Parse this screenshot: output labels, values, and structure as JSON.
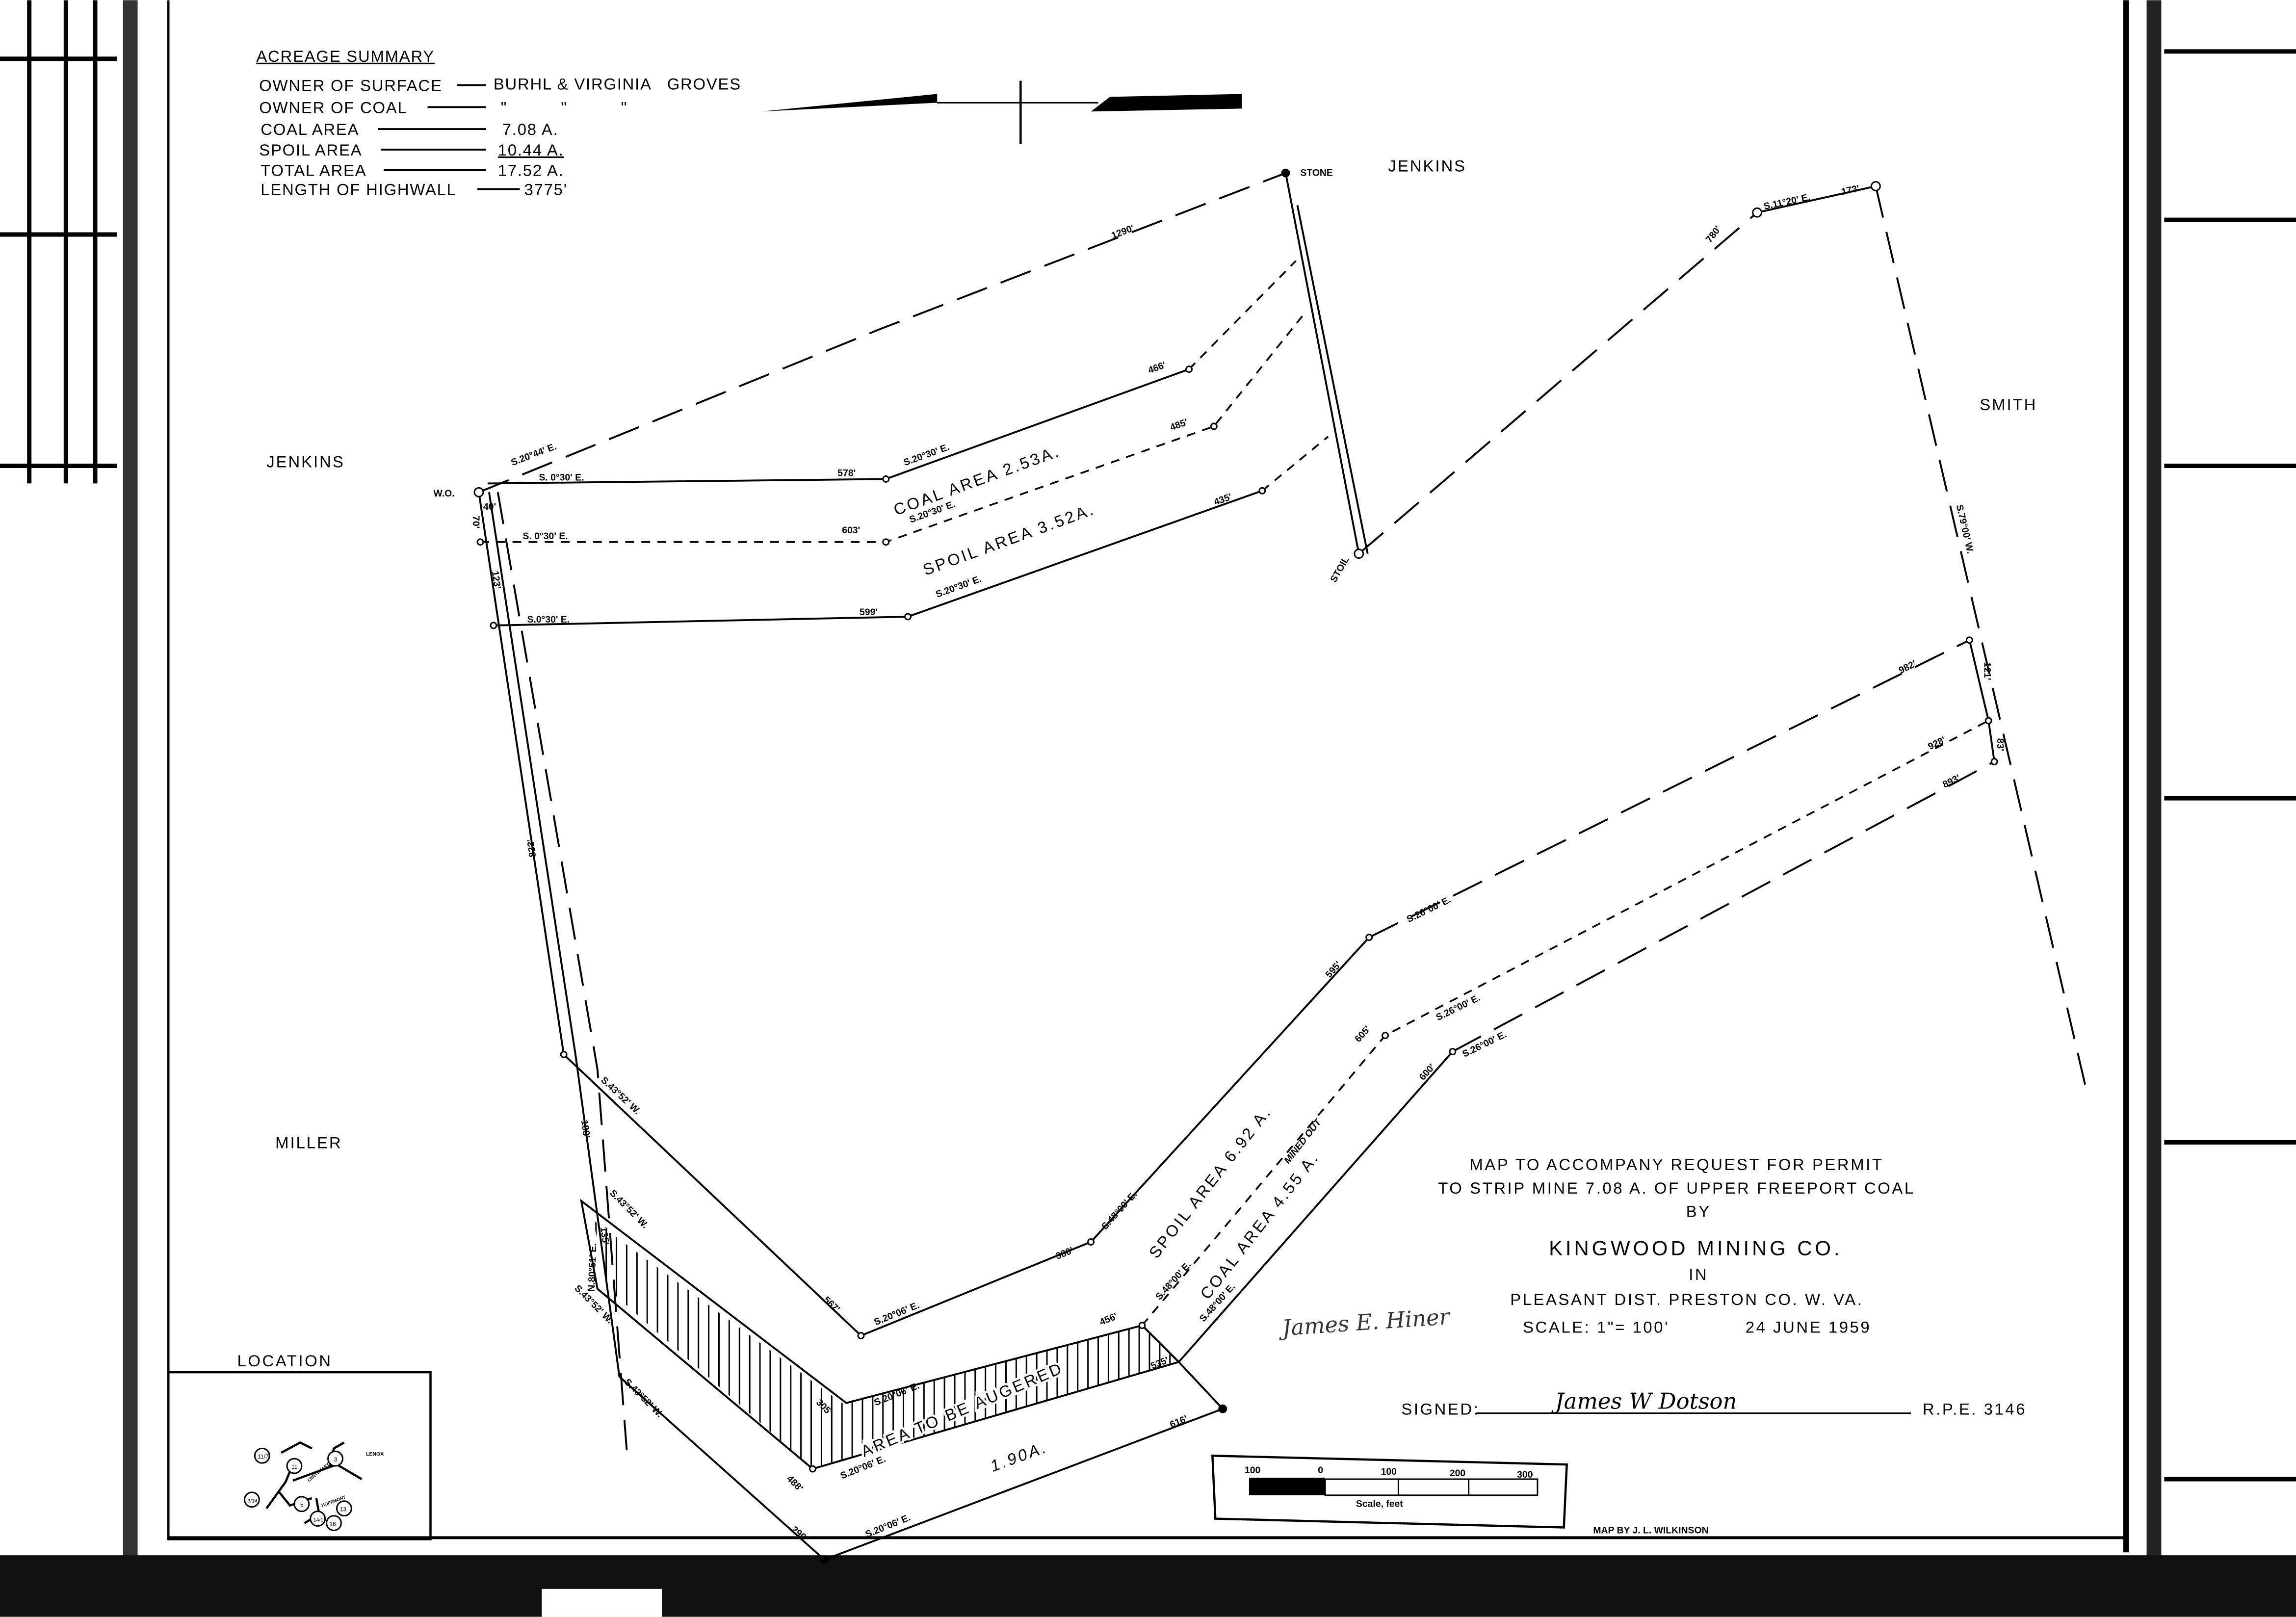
{
  "acreage_summary": {
    "heading": "ACREAGE SUMMARY",
    "rows": [
      {
        "label": "OWNER OF SURFACE",
        "value": "BURHL & VIRGINIA   GROVES"
      },
      {
        "label": "OWNER OF COAL",
        "value": "\"          \"          \""
      },
      {
        "label": "COAL AREA",
        "value": "7.08 A."
      },
      {
        "label": "SPOIL AREA",
        "value": "10.44 A."
      },
      {
        "label": "TOTAL AREA",
        "value": "17.52 A."
      },
      {
        "label": "LENGTH OF HIGHWALL",
        "value": "3775'"
      }
    ]
  },
  "owners": {
    "jenkins_top": "JENKINS",
    "jenkins_left": "JENKINS",
    "smith": "SMITH",
    "miller": "MILLER"
  },
  "areas": {
    "coal_north": "COAL AREA  2.53A.",
    "spoil_north": "SPOIL AREA  3.52A.",
    "spoil_south": "SPOIL AREA  6.92 A.",
    "coal_south": "COAL AREA  4.55 A.",
    "mined_out": "MINED OUT",
    "augered": "AREA TO BE AUGERED",
    "augered_acres": "1.90A."
  },
  "line_labels": {
    "wo": "W.O.",
    "n1": "S.20°44' E.",
    "n1_len": "1290'",
    "n2": "S. 0°30' E.",
    "n2_len": "578'",
    "n3": "S.20°30' E.",
    "n3_len": "466'",
    "n4": "S. 0°30' E.",
    "n4_len": "603'",
    "n5": "S.20°30' E.",
    "n5_len": "485'",
    "n6": "S.0°30' E.",
    "n6_len": "599'",
    "n7": "S.20°30' E.",
    "n7_len": "435'",
    "v40": "40'",
    "v70": "70'",
    "v123": "123'",
    "v833": "833'",
    "stone": "STONE",
    "stoil": "STOIL",
    "e1": "780'",
    "e2": "S.11°20' E.",
    "e3": "173'",
    "e4": "S.79°00' W.",
    "s1": "S.43°52' W.",
    "s2": "567'",
    "s3": "S.20°06' E.",
    "s4": "380'",
    "s5": "S.48°00' E.",
    "s6": "595'",
    "s7": "S.26°00' E.",
    "s8": "982'",
    "s9": "121'",
    "c1": "S.48°00' E.",
    "c2": "605'",
    "c3": "S.26°00' E.",
    "c4": "928'",
    "c5": "83'",
    "m1": "S.48°00' E.",
    "m2": "600'",
    "m3": "S.26°00' E.",
    "m4": "893'",
    "a1": "S.43°52' W.",
    "a2": "S.43°52' W.",
    "a3": "N.80°51' E.",
    "a4": "188'",
    "a5": "135'",
    "a6": "S.20°06' E.",
    "a7": "305'",
    "a8": "S.20°06' E.",
    "a9": "488'",
    "a10": "456'",
    "a11": "535'",
    "b1": "S.43°52' W.",
    "b2": "290'",
    "b3": "S.20°06' E.",
    "b4": "616'"
  },
  "title_block": {
    "line1": "MAP TO ACCOMPANY REQUEST FOR PERMIT",
    "line2": "TO STRIP MINE 7.08 A. OF UPPER FREEPORT COAL",
    "by": "BY",
    "company": "KINGWOOD MINING CO.",
    "in": "IN",
    "location": "PLEASANT DIST. PRESTON CO. W. VA.",
    "scale": "SCALE: 1\"= 100'",
    "date": "24 JUNE 1959",
    "signed_label": "SIGNED:",
    "signature": "James W Dotson",
    "rpe": "R.P.E. 3146",
    "witness_signature": "James E. Hiner",
    "map_by": "MAP BY J. L. WILKINSON"
  },
  "scale_bar": {
    "ticks": [
      "100",
      "0",
      "100",
      "200",
      "300"
    ],
    "caption": "Scale, feet"
  },
  "location_map": {
    "heading": "LOCATION",
    "routes": [
      "11/7",
      "11",
      "3",
      "3/14",
      "5",
      "14/1",
      "16",
      "13"
    ],
    "places": [
      "LENOX",
      "CENTENARY",
      "HOPEMONT"
    ]
  }
}
